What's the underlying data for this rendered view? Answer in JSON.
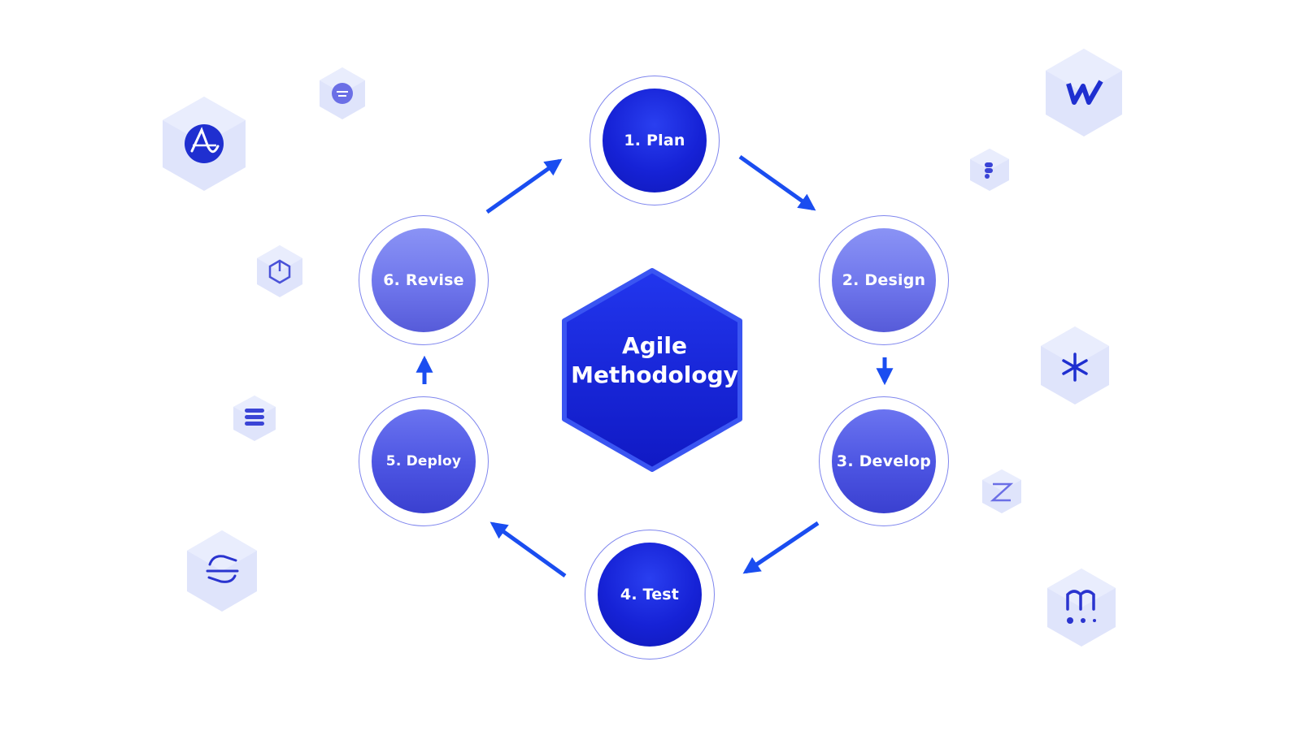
{
  "center": {
    "line1": "Agile",
    "line2": "Methodology"
  },
  "steps": [
    {
      "label": "1. Plan"
    },
    {
      "label": "2. Design"
    },
    {
      "label": "3. Develop"
    },
    {
      "label": "4. Test"
    },
    {
      "label": "5. Deploy"
    },
    {
      "label": "6. Revise"
    }
  ],
  "colors": {
    "primary": "#1b2be6",
    "arrow": "#1a4df0",
    "light_step": "#7a82ee",
    "hex_bg": "#dfe4fb"
  },
  "icons": [
    "amplitude-icon",
    "intercom-icon",
    "box-icon",
    "list-icon",
    "segment-icon",
    "webflow-icon",
    "figma-icon",
    "snowflake-icon",
    "zapier-icon",
    "metabase-icon"
  ]
}
